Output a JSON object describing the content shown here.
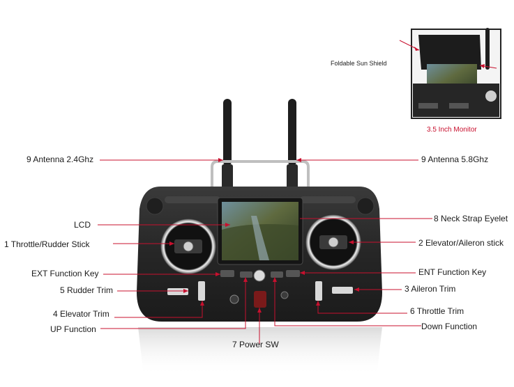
{
  "labels": {
    "antenna_24": "9 Antenna 2.4Ghz",
    "antenna_58": "9 Antenna 5.8Ghz",
    "lcd": "LCD",
    "neck_strap": "8 Neck Strap Eyelet",
    "throttle_rudder_stick": "1 Throttle/Rudder Stick",
    "elevator_aileron_stick": "2 Elevator/Aileron stick",
    "ext_key": "EXT Function Key",
    "ent_key": "ENT Function Key",
    "rudder_trim": "5 Rudder Trim",
    "aileron_trim": "3 Aileron Trim",
    "elevator_trim": "4 Elevator Trim",
    "throttle_trim": "6 Throttle Trim",
    "up_function": "UP Function",
    "down_function": "Down Function",
    "power_sw": "7 Power SW",
    "sun_shield": "Foldable Sun Shield",
    "monitor": "3.5 Inch Monitor"
  },
  "colors": {
    "leader_line": "#c8102e",
    "body": "#2b2b2b",
    "text": "#1a1a1a"
  }
}
